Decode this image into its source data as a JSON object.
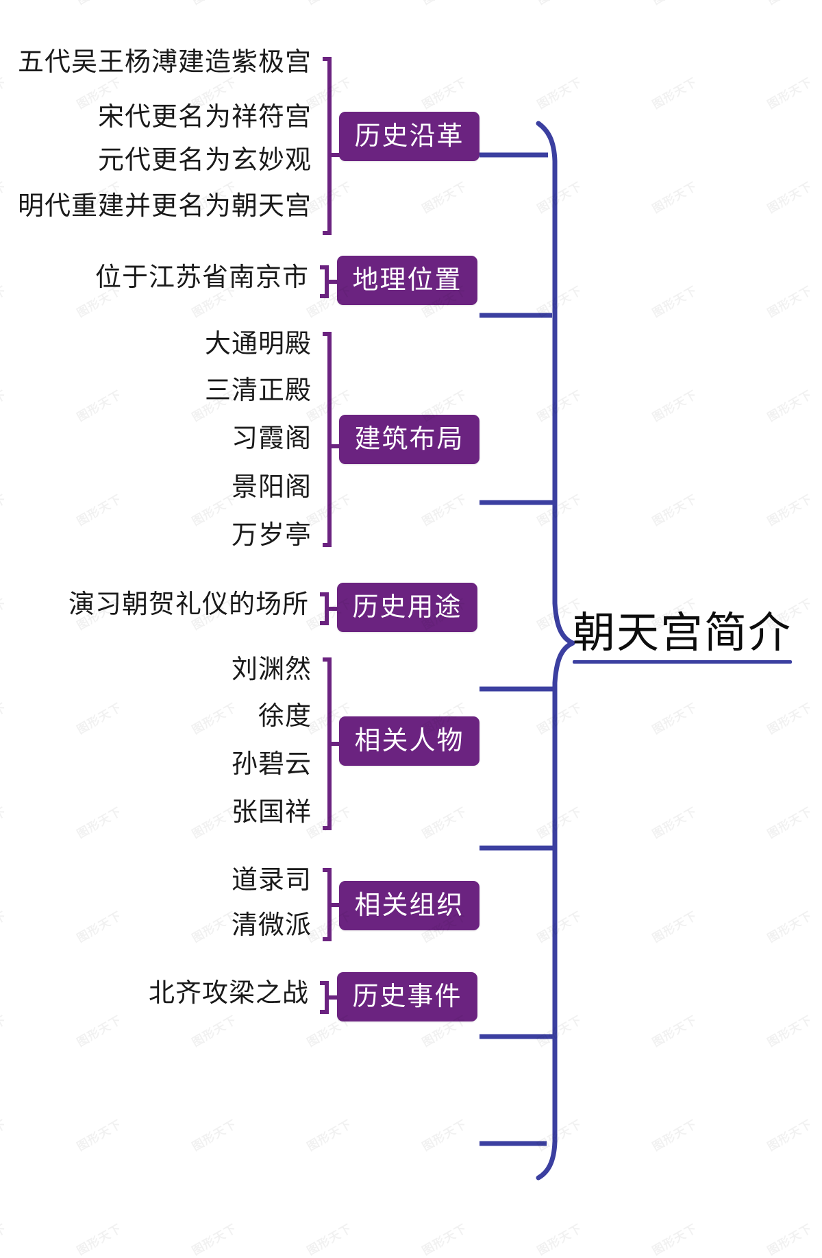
{
  "root": {
    "title": "朝天宫简介",
    "underline_color": "#3B3FA0"
  },
  "theme": {
    "branch_fill": "#6B2380",
    "branch_text": "#FFFFFF",
    "leaf_text": "#1A1A1A",
    "connector_branch": "#6B2380",
    "connector_root": "#3B3FA0",
    "background": "#FFFFFF"
  },
  "watermark": {
    "text": "图形天下"
  },
  "branches": [
    {
      "label": "历史沿革",
      "leaves": [
        "五代吴王杨溥建造紫极宫",
        "宋代更名为祥符宫",
        "元代更名为玄妙观",
        "明代重建并更名为朝天宫"
      ]
    },
    {
      "label": "地理位置",
      "leaves": [
        "位于江苏省南京市"
      ]
    },
    {
      "label": "建筑布局",
      "leaves": [
        "大通明殿",
        "三清正殿",
        "习霞阁",
        "景阳阁",
        "万岁亭"
      ]
    },
    {
      "label": "历史用途",
      "leaves": [
        "演习朝贺礼仪的场所"
      ]
    },
    {
      "label": "相关人物",
      "leaves": [
        "刘渊然",
        "徐度",
        "孙碧云",
        "张国祥"
      ]
    },
    {
      "label": "相关组织",
      "leaves": [
        "道录司",
        "清微派"
      ]
    },
    {
      "label": "历史事件",
      "leaves": [
        "北齐攻梁之战"
      ]
    }
  ]
}
